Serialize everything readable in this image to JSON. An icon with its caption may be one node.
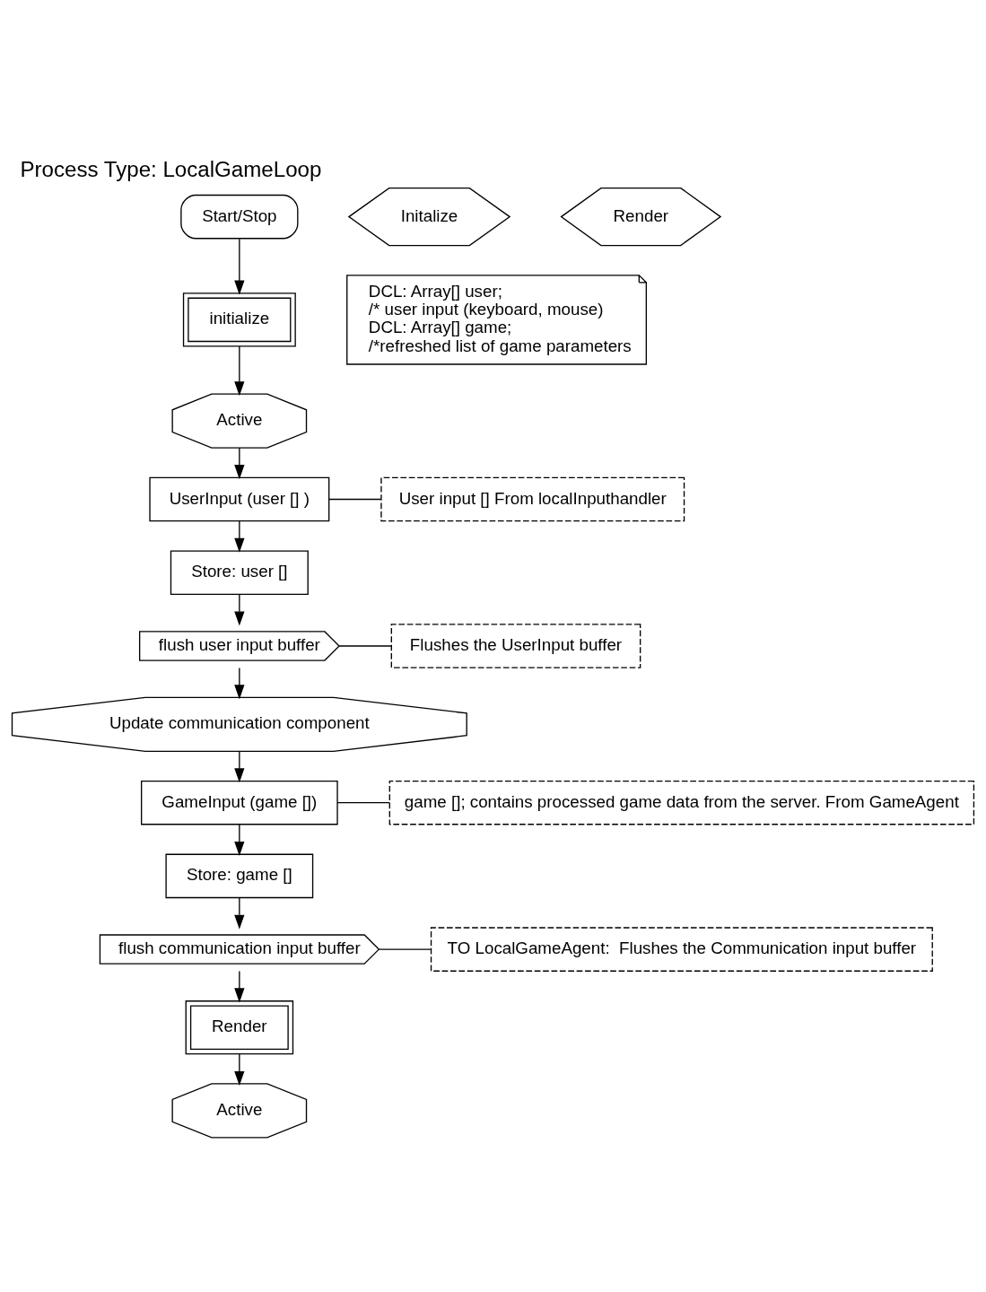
{
  "diagram": {
    "title": "Process Type: LocalGameLoop",
    "nodes": [
      {
        "text": [
          "Start/Stop"
        ]
      },
      {
        "text": [
          "initialize"
        ]
      },
      {
        "text": [
          "Active"
        ]
      },
      {
        "text": [
          "UserInput (user [] )"
        ]
      },
      {
        "text": [
          "Store: user []"
        ]
      },
      {
        "text": [
          "flush user input buffer"
        ]
      },
      {
        "text": [
          "Update communication component"
        ]
      },
      {
        "text": [
          "GameInput (game [])"
        ]
      },
      {
        "text": [
          "Store: game []"
        ]
      },
      {
        "text": [
          "flush communication input buffer"
        ]
      },
      {
        "text": [
          "Render"
        ]
      },
      {
        "text": [
          "Active"
        ]
      },
      {
        "text": [
          "Initalize"
        ]
      },
      {
        "text": [
          "Render"
        ]
      },
      {
        "text": [
          "DCL: Array[] user;",
          "/* user input (keyboard, mouse)",
          "DCL: Array[] game;",
          "/*refreshed list of game parameters"
        ]
      },
      {
        "text": [
          "User input [] From localInputhandler"
        ]
      },
      {
        "text": [
          "Flushes the UserInput buffer"
        ]
      },
      {
        "text": [
          "game []; contains processed game data from the server. From GameAgent"
        ]
      },
      {
        "text": [
          "TO LocalGameAgent:  Flushes the Communication input buffer"
        ]
      }
    ],
    "edges": [
      {
        "from": 0,
        "to": 1,
        "arrow": "to"
      },
      {
        "from": 1,
        "to": 2,
        "arrow": "to"
      },
      {
        "from": 2,
        "to": 3,
        "arrow": "to"
      },
      {
        "from": 3,
        "to": 4,
        "arrow": "to"
      },
      {
        "from": 4,
        "to": 5,
        "arrow": "to"
      },
      {
        "from": 5,
        "to": 6,
        "arrow": "to"
      },
      {
        "from": 6,
        "to": 7,
        "arrow": "to"
      },
      {
        "from": 7,
        "to": 8,
        "arrow": "to"
      },
      {
        "from": 8,
        "to": 9,
        "arrow": "to"
      },
      {
        "from": 9,
        "to": 10,
        "arrow": "to"
      },
      {
        "from": 10,
        "to": 11,
        "arrow": "to"
      },
      {
        "from": 3,
        "to": 15,
        "arrow": "none"
      },
      {
        "from": 5,
        "to": 16,
        "arrow": "none"
      },
      {
        "from": 7,
        "to": 17,
        "arrow": "none"
      },
      {
        "from": 9,
        "to": 18,
        "arrow": "none"
      }
    ]
  }
}
